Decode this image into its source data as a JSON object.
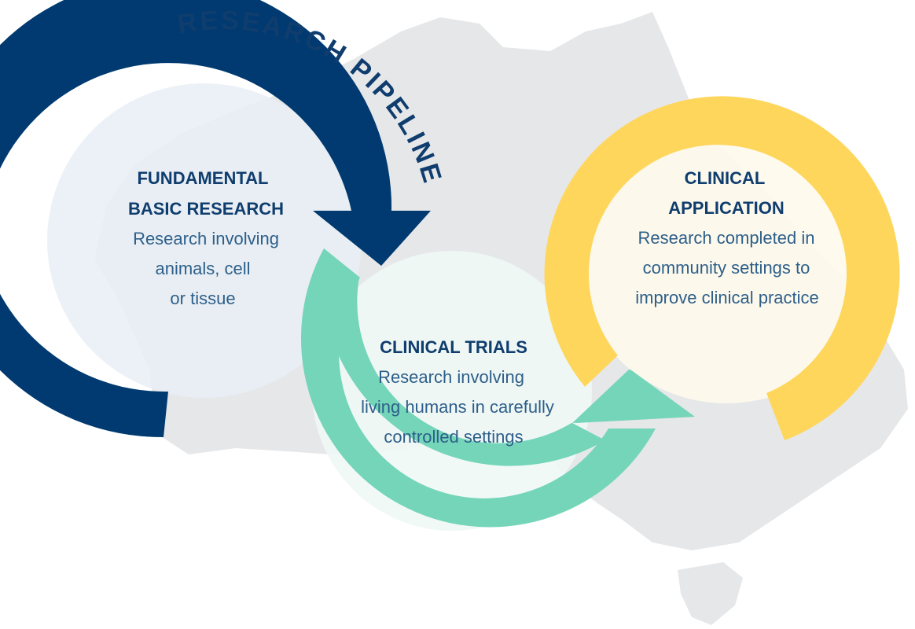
{
  "title": "RESEARCH PIPELINE",
  "colors": {
    "navy": "#003a70",
    "teal": "#74d5b9",
    "yellow": "#ffd65c",
    "map": "#e6e7e9",
    "text_dark": "#0f3d6e",
    "text_body": "#2d5f8a"
  },
  "stages": {
    "fundamental": {
      "title_line1": "FUNDAMENTAL",
      "title_line2": "BASIC RESEARCH",
      "body_line1": "Research involving",
      "body_line2": "animals, cell",
      "body_line3": "or tissue"
    },
    "trials": {
      "title_line1": "CLINICAL TRIALS",
      "body_line1": "Research involving",
      "body_line2": "living humans in carefully",
      "body_line3": "controlled settings"
    },
    "application": {
      "title_line1": "CLINICAL",
      "title_line2": "APPLICATION",
      "body_line1": "Research completed in",
      "body_line2": "community settings to",
      "body_line3": "improve clinical practice"
    }
  }
}
